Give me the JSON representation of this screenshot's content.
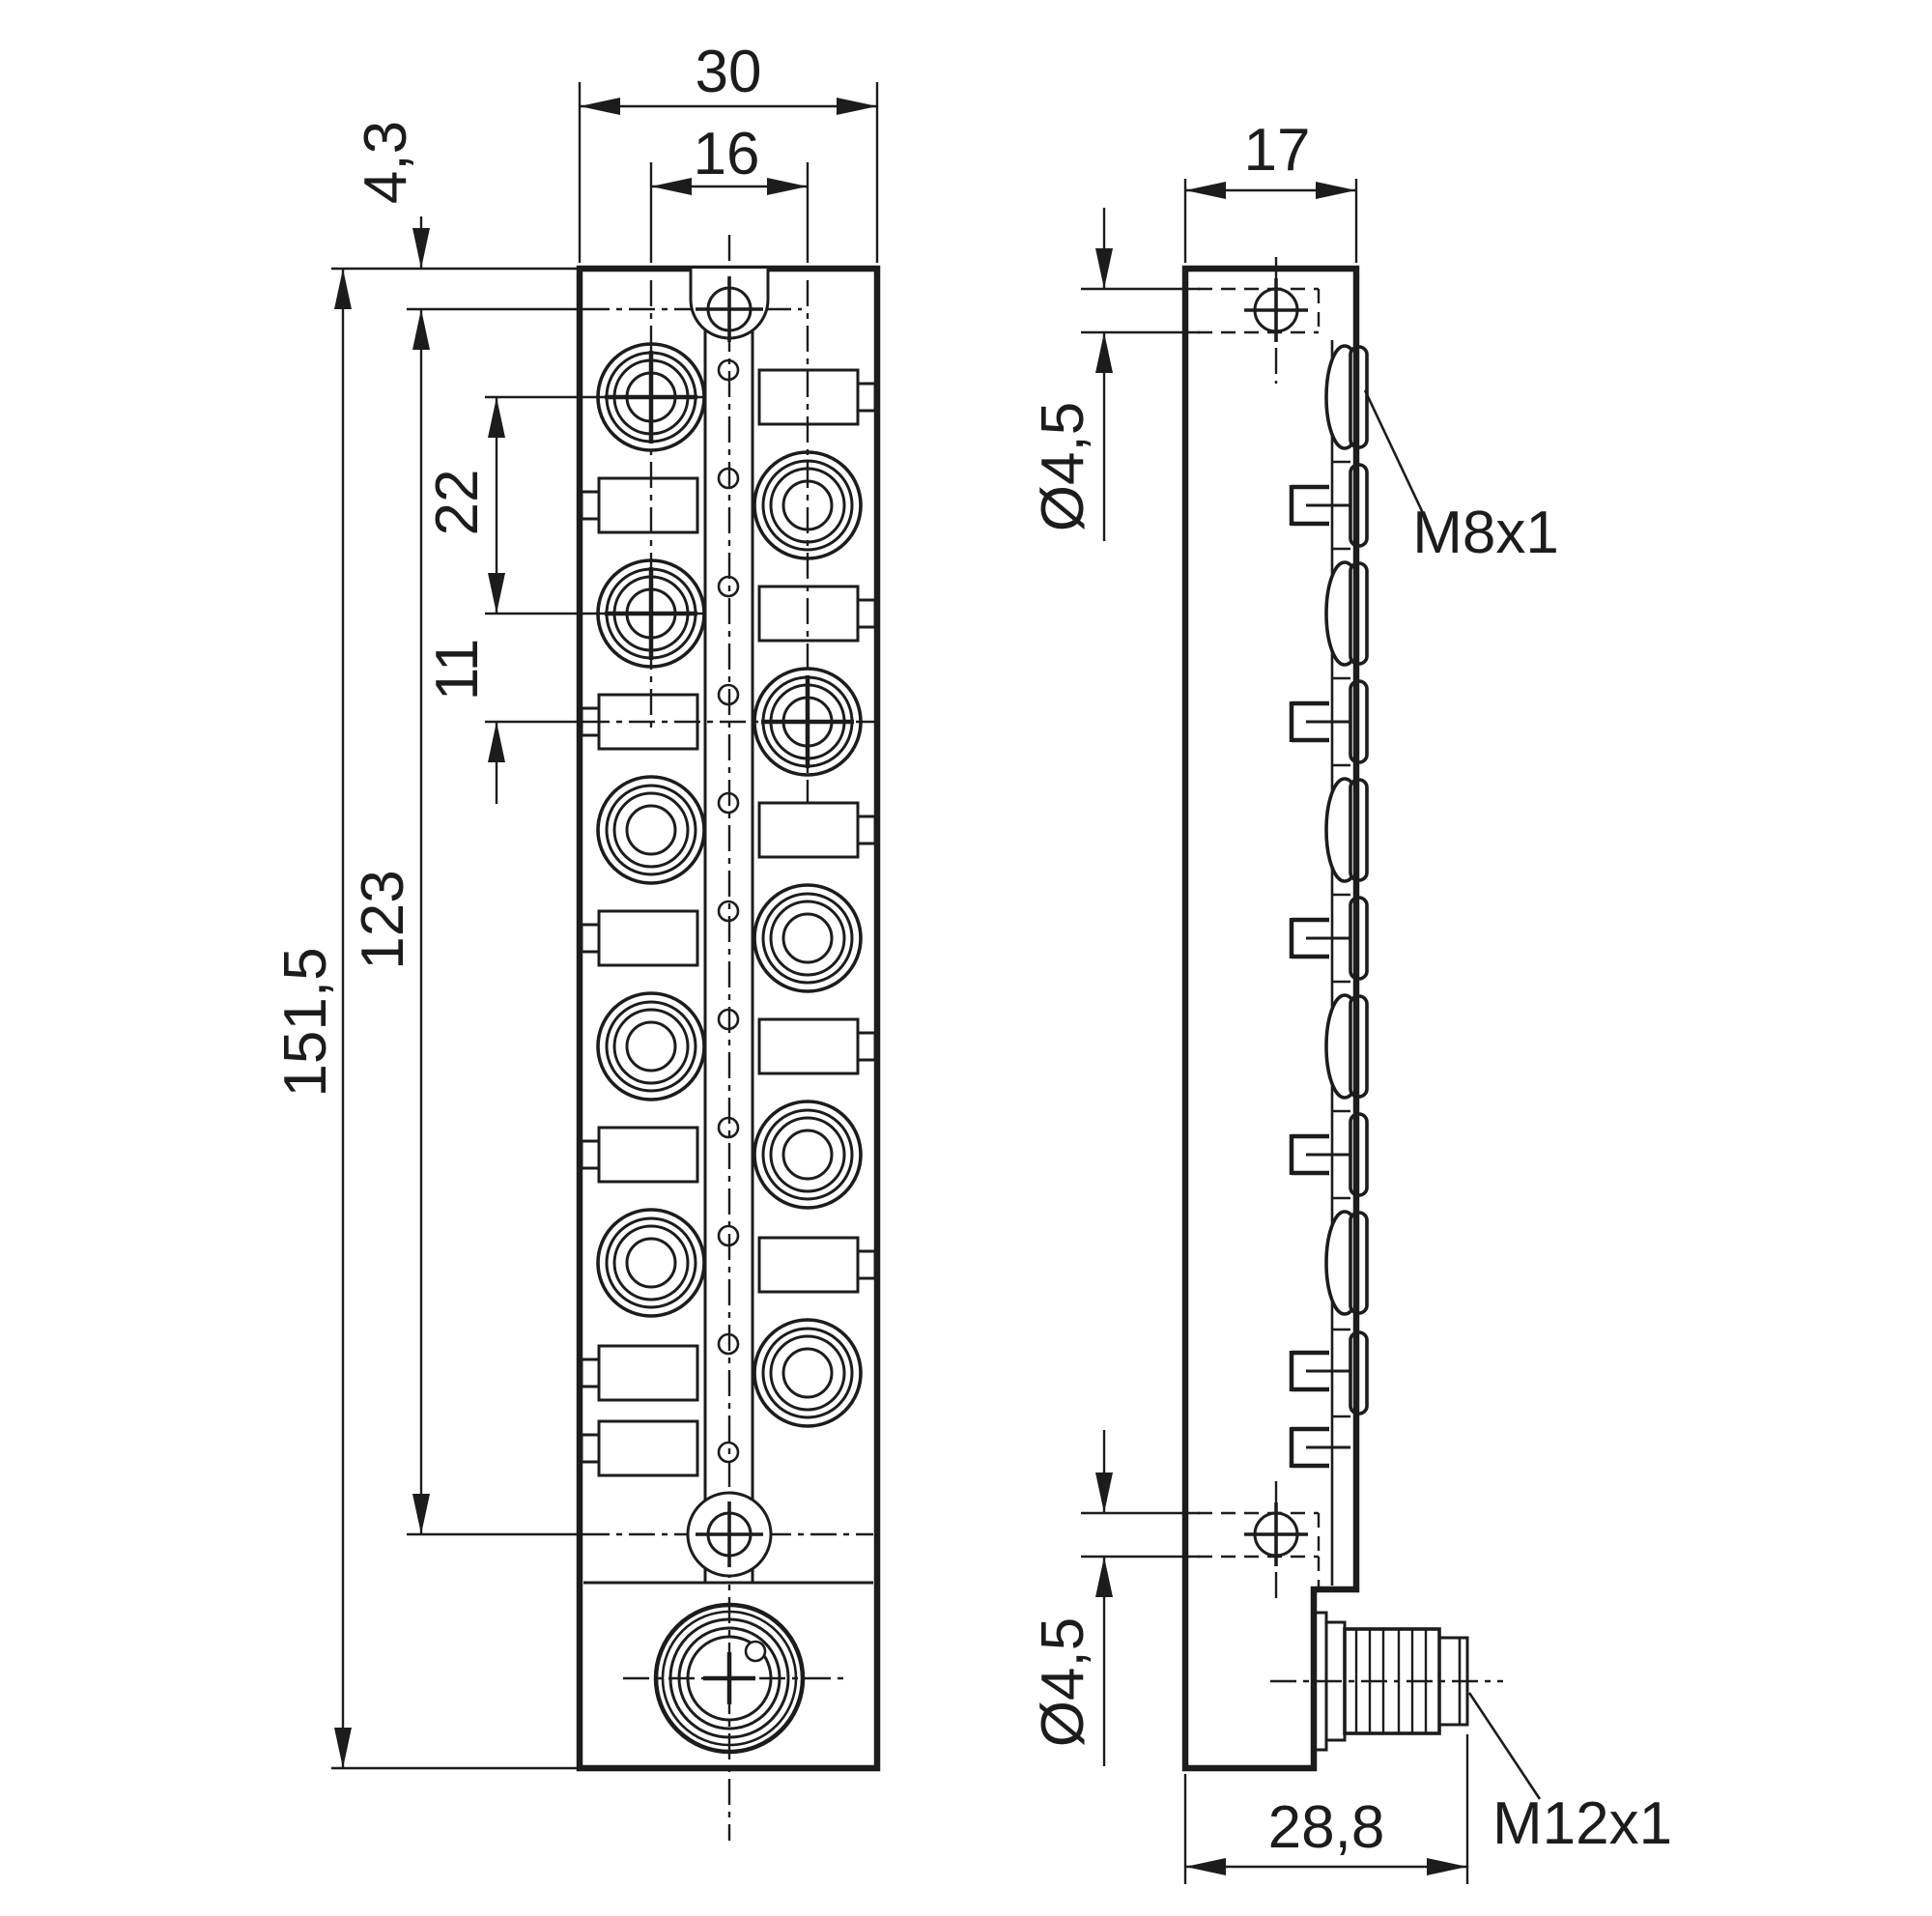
{
  "style": {
    "line_color": "#1c1c1c",
    "background_color": "#ffffff"
  },
  "front_view": {
    "overall_width_mm": "30",
    "port_columns_spacing_mm": "16",
    "top_hole_offset_mm": "4,3",
    "port_pitch_mm": "22",
    "port_stagger_mm": "11",
    "mounting_holes_span_mm": "123",
    "overall_height_mm": "151,5"
  },
  "side_view": {
    "depth_mm": "17",
    "top_mounting_hole_dia": "Ø4,5",
    "bottom_mounting_hole_dia": "Ø4,5",
    "m8_port_thread": "M8x1",
    "m12_connector_thread": "M12x1",
    "bottom_depth_mm": "28,8"
  }
}
